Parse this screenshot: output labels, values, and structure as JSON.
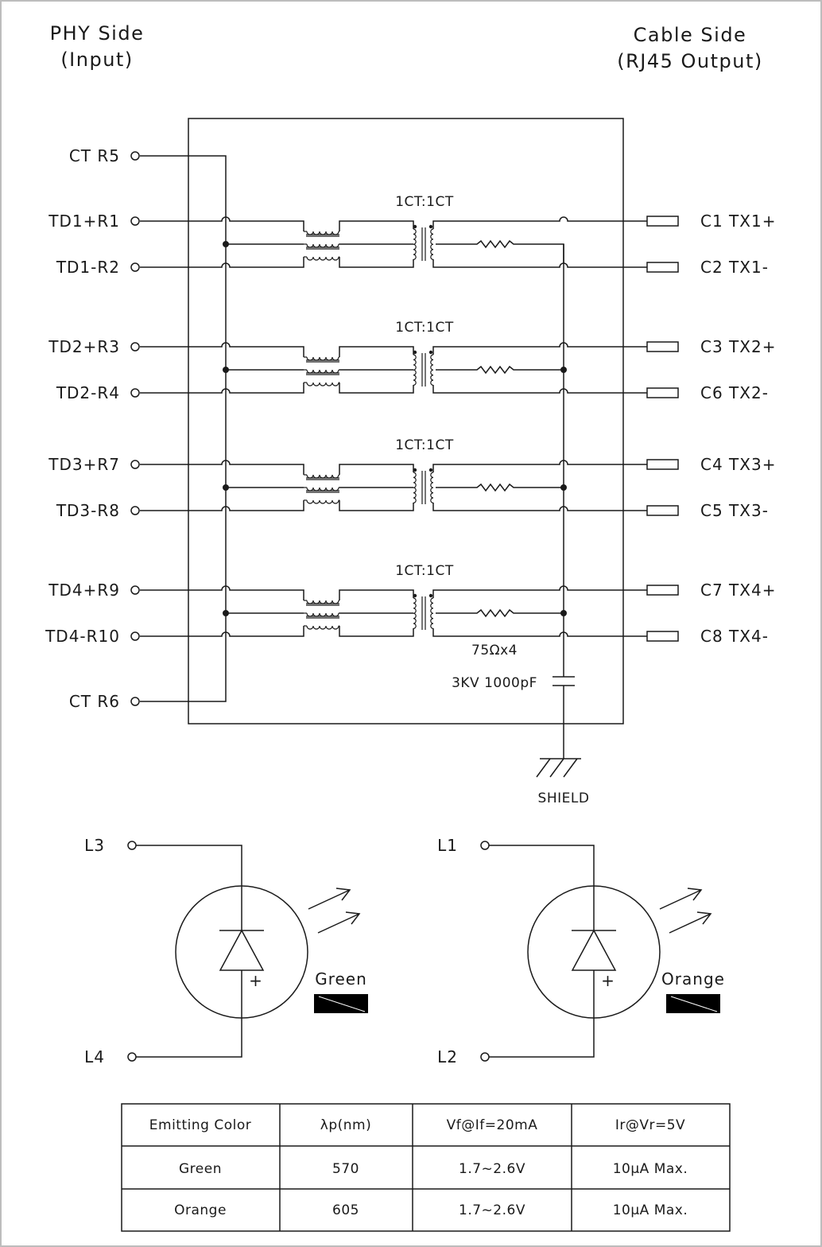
{
  "header": {
    "left_line1": "PHY Side",
    "left_line2": "(Input)",
    "right_line1": "Cable Side",
    "right_line2": "(RJ45 Output)"
  },
  "left_pins": [
    "CT R5",
    "TD1+R1",
    "TD1-R2",
    "TD2+R3",
    "TD2-R4",
    "TD3+R7",
    "TD3-R8",
    "TD4+R9",
    "TD4-R10",
    "CT R6"
  ],
  "right_pins": [
    "C1  TX1+",
    "C2  TX1-",
    "C3  TX2+",
    "C6  TX2-",
    "C4  TX3+",
    "C5  TX3-",
    "C7  TX4+",
    "C8  TX4-"
  ],
  "channels": [
    {
      "ratio": "1CT:1CT"
    },
    {
      "ratio": "1CT:1CT"
    },
    {
      "ratio": "1CT:1CT"
    },
    {
      "ratio": "1CT:1CT"
    }
  ],
  "resistor_label": "75Ωx4",
  "capacitor_label": "3KV 1000pF",
  "shield_label": "SHIELD",
  "leds": [
    {
      "pin_top": "L3",
      "pin_bottom": "L4",
      "color_name": "Green"
    },
    {
      "pin_top": "L1",
      "pin_bottom": "L2",
      "color_name": "Orange"
    }
  ],
  "table": {
    "headers": [
      "Emitting Color",
      "λp(nm)",
      "Vf@If=20mA",
      "Ir@Vr=5V"
    ],
    "rows": [
      [
        "Green",
        "570",
        "1.7~2.6V",
        "10μA Max."
      ],
      [
        "Orange",
        "605",
        "1.7~2.6V",
        "10μA Max."
      ]
    ]
  }
}
